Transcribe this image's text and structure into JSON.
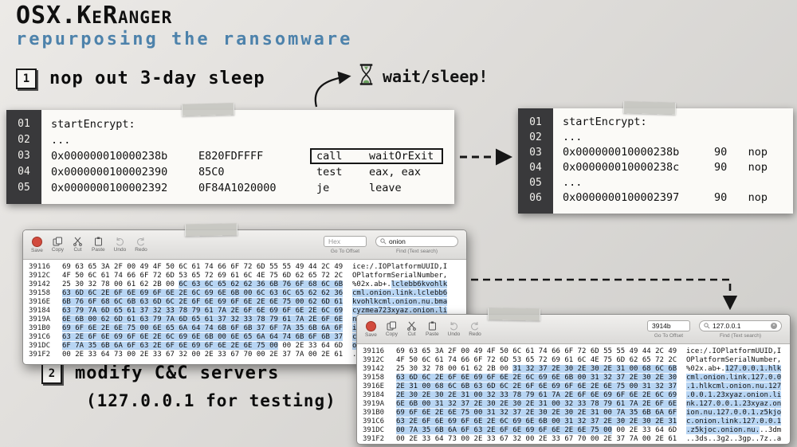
{
  "slide": {
    "title": "OSX.KeRanger",
    "subtitle": "repurposing the ransomware",
    "step1_num": "1",
    "step1_label": "nop out 3-day sleep",
    "step2_num": "2",
    "step2_label": "modify C&C servers",
    "step2_label2": "(127.0.0.1 for testing)",
    "wait_annotation": "wait/sleep!",
    "colors": {
      "subtitle": "#4d82ab",
      "selection": "#b8d5f3",
      "gutter": "#39393b"
    }
  },
  "asm_before": {
    "lines": [
      {
        "n": "01",
        "t": "startEncrypt:"
      },
      {
        "n": "02",
        "t": "..."
      },
      {
        "n": "03",
        "a": "0x000000010000238b",
        "b": "E820FDFFFF",
        "m": "call",
        "o": "waitOrExit",
        "boxed": true
      },
      {
        "n": "04",
        "a": "0x0000000100002390",
        "b": "85C0",
        "m": "test",
        "o": "eax, eax"
      },
      {
        "n": "05",
        "a": "0x0000000100002392",
        "b": "0F84A1020000",
        "m": "je",
        "o": "leave"
      }
    ]
  },
  "asm_after": {
    "lines": [
      {
        "n": "01",
        "t": "startEncrypt:"
      },
      {
        "n": "02",
        "t": "..."
      },
      {
        "n": "03",
        "a": "0x000000010000238b",
        "b": "90",
        "m": "nop"
      },
      {
        "n": "04",
        "a": "0x000000010000238c",
        "b": "90",
        "m": "nop"
      },
      {
        "n": "05",
        "t": "..."
      },
      {
        "n": "06",
        "a": "0x0000000100002397",
        "b": "90",
        "m": "nop"
      }
    ]
  },
  "hex_before": {
    "toolbar": {
      "save_label": "Save",
      "copy_label": "Copy",
      "cut_label": "Cut",
      "paste_label": "Paste",
      "undo_label": "Undo",
      "redo_label": "Redo",
      "goto_value": "Hex",
      "goto_label": "Go To Offset",
      "search_value": "onion",
      "search_label": "Find (Text search)"
    },
    "rows": [
      {
        "addr": "39116",
        "h": [
          "69 63 65 3A 2F 00 49 4F 50 6C 61 74 66 6F 72 6D 55 55 49 44 2C 49",
          "",
          ""
        ],
        "a": [
          "ice:/.IOPlatformUUID,I",
          "",
          ""
        ]
      },
      {
        "addr": "3912C",
        "h": [
          "4F 50 6C 61 74 66 6F 72 6D 53 65 72 69 61 6C 4E 75 6D 62 65 72 2C",
          "",
          ""
        ],
        "a": [
          "OPlatformSerialNumber,",
          "",
          ""
        ]
      },
      {
        "addr": "39142",
        "h": [
          "25 30 32 78 00 61 62 2B 00 ",
          "6C 63 6C 65 62 62 36 6B 76 6F 68 6C 6B",
          ""
        ],
        "a": [
          "%02x.ab+.",
          "lclebb6kvohlk",
          ""
        ]
      },
      {
        "addr": "39158",
        "h": [
          "",
          "63 6D 6C 2E 6F 6E 69 6F 6E 2E 6C 69 6E 6B 00 6C 63 6C 65 62 62 36",
          ""
        ],
        "a": [
          "",
          "cml.onion.link.lclebb6",
          ""
        ]
      },
      {
        "addr": "3916E",
        "h": [
          "",
          "6B 76 6F 68 6C 6B 63 6D 6C 2E 6F 6E 69 6F 6E 2E 6E 75 00 62 6D 61",
          ""
        ],
        "a": [
          "",
          "kvohlkcml.onion.nu.bma",
          ""
        ]
      },
      {
        "addr": "39184",
        "h": [
          "",
          "63 79 7A 6D 65 61 37 32 33 78 79 61 7A 2E 6F 6E 69 6F 6E 2E 6C 69",
          ""
        ],
        "a": [
          "",
          "cyzmea723xyaz.onion.li",
          ""
        ]
      },
      {
        "addr": "3919A",
        "h": [
          "",
          "6E 6B 00 62 6D 61 63 79 7A 6D 65 61 37 32 33 78 79 61 7A 2E 6F 6E",
          ""
        ],
        "a": [
          "",
          "nk.bmacyzmea723xyaz.on",
          ""
        ]
      },
      {
        "addr": "391B0",
        "h": [
          "",
          "69 6F 6E 2E 6E 75 00 6E 65 6A 64 74 6B 6F 6B 37 6F 7A 35 6B 6A 6F",
          ""
        ],
        "a": [
          "",
          "ion.nu.nejdtkok7oz5kjo",
          ""
        ]
      },
      {
        "addr": "391C6",
        "h": [
          "",
          "63 2E 6F 6E 69 6F 6E 2E 6C 69 6E 6B 00 6E 65 6A 64 74 6B 6F 6B 37",
          ""
        ],
        "a": [
          "",
          "c.onion.link.nejdtkok7",
          ""
        ]
      },
      {
        "addr": "391DC",
        "h": [
          "",
          "6F 7A 35 6B 6A 6F 63 2E 6F 6E 69 6F 6E 2E 6E 75 00",
          " 00 2E 33 64 6D"
        ],
        "a": [
          "",
          "oz5kjoc.onion.nu.",
          "..3dm"
        ]
      },
      {
        "addr": "391F2",
        "h": [
          "00 2E 33 64 73 00 2E 33 67 32 00 2E 33 67 70 00 2E 37 7A 00 2E 61",
          "",
          ""
        ],
        "a": [
          "..3ds..3g2..3gp..7z..a",
          "",
          ""
        ]
      }
    ]
  },
  "hex_after": {
    "toolbar": {
      "save_label": "Save",
      "copy_label": "Copy",
      "cut_label": "Cut",
      "paste_label": "Paste",
      "undo_label": "Undo",
      "redo_label": "Redo",
      "goto_value": "3914b",
      "goto_label": "Go To Offset",
      "search_value": "127.0.0.1",
      "search_label": "Find (Text search)"
    },
    "rows": [
      {
        "addr": "39116",
        "h": [
          "69 63 65 3A 2F 00 49 4F 50 6C 61 74 66 6F 72 6D 55 55 49 44 2C 49",
          "",
          ""
        ],
        "a": [
          "ice:/.IOPlatformUUID,I",
          "",
          ""
        ]
      },
      {
        "addr": "3912C",
        "h": [
          "4F 50 6C 61 74 66 6F 72 6D 53 65 72 69 61 6C 4E 75 6D 62 65 72 2C",
          "",
          ""
        ],
        "a": [
          "OPlatformSerialNumber,",
          "",
          ""
        ]
      },
      {
        "addr": "39142",
        "h": [
          "25 30 32 78 00 61 62 2B 00 ",
          "31 32 37 2E 30 2E 30 2E 31 00 68 6C 6B",
          ""
        ],
        "a": [
          "%02x.ab+.",
          "127.0.0.1.hlk",
          ""
        ]
      },
      {
        "addr": "39158",
        "h": [
          "",
          "63 6D 6C 2E 6F 6E 69 6F 6E 2E 6C 69 6E 6B 00 31 32 37 2E 30 2E 30",
          ""
        ],
        "a": [
          "",
          "cml.onion.link.127.0.0",
          ""
        ]
      },
      {
        "addr": "3916E",
        "h": [
          "",
          "2E 31 00 68 6C 6B 63 6D 6C 2E 6F 6E 69 6F 6E 2E 6E 75 00 31 32 37",
          ""
        ],
        "a": [
          "",
          ".1.hlkcml.onion.nu.127",
          ""
        ]
      },
      {
        "addr": "39184",
        "h": [
          "",
          "2E 30 2E 30 2E 31 00 32 33 78 79 61 7A 2E 6F 6E 69 6F 6E 2E 6C 69",
          ""
        ],
        "a": [
          "",
          ".0.0.1.23xyaz.onion.li",
          ""
        ]
      },
      {
        "addr": "3919A",
        "h": [
          "",
          "6E 6B 00 31 32 37 2E 30 2E 30 2E 31 00 32 33 78 79 61 7A 2E 6F 6E",
          ""
        ],
        "a": [
          "",
          "nk.127.0.0.1.23xyaz.on",
          ""
        ]
      },
      {
        "addr": "391B0",
        "h": [
          "",
          "69 6F 6E 2E 6E 75 00 31 32 37 2E 30 2E 30 2E 31 00 7A 35 6B 6A 6F",
          ""
        ],
        "a": [
          "",
          "ion.nu.127.0.0.1.z5kjo",
          ""
        ]
      },
      {
        "addr": "391C6",
        "h": [
          "",
          "63 2E 6F 6E 69 6F 6E 2E 6C 69 6E 6B 00 31 32 37 2E 30 2E 30 2E 31",
          ""
        ],
        "a": [
          "",
          "c.onion.link.127.0.0.1",
          ""
        ]
      },
      {
        "addr": "391DC",
        "h": [
          "",
          "00 7A 35 6B 6A 6F 63 2E 6F 6E 69 6F 6E 2E 6E 75 00",
          " 00 2E 33 64 6D"
        ],
        "a": [
          "",
          ".z5kjoc.onion.nu.",
          "..3dm"
        ]
      },
      {
        "addr": "391F2",
        "h": [
          "00 2E 33 64 73 00 2E 33 67 32 00 2E 33 67 70 00 2E 37 7A 00 2E 61",
          "",
          ""
        ],
        "a": [
          "..3ds..3g2..3gp..7z..a",
          "",
          ""
        ]
      }
    ]
  }
}
